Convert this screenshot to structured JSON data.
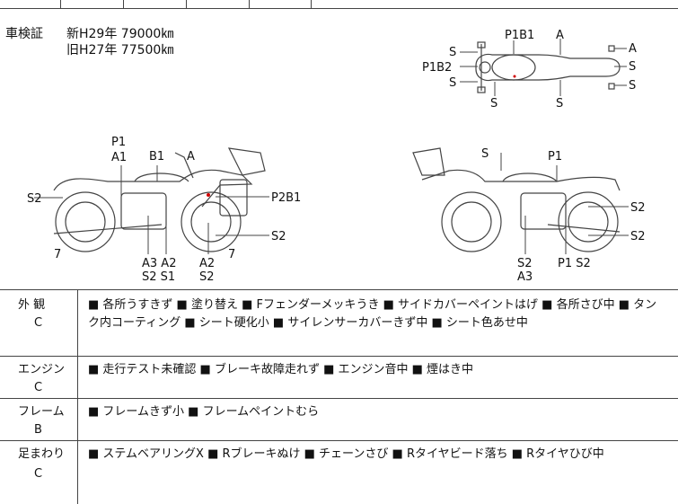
{
  "vehicle_inspection": {
    "label": "車検証",
    "new_line": "新H29年 79000㎞",
    "old_line": "旧H27年 77500㎞"
  },
  "top_view_labels": {
    "p1b1": "P1B1",
    "a_top": "A",
    "s_left1": "S",
    "p1b2": "P1B2",
    "s_left2": "S",
    "s_bottom1": "S",
    "s_bottom2": "S",
    "a_right": "A",
    "s_right1": "S",
    "s_right2": "S"
  },
  "left_side_labels": {
    "p1": "P1",
    "a1": "A1",
    "b1": "B1",
    "a": "A",
    "s2": "S2",
    "p2b1": "P2B1",
    "s2_right": "S2",
    "seven_left": "7",
    "seven_right": "7",
    "a3_a2": "A3 A2",
    "s2_s1": "S2 S1",
    "a2": "A2",
    "s2_bottom": "S2"
  },
  "right_side_labels": {
    "s": "S",
    "p1": "P1",
    "s2_a": "S2",
    "s2_b": "S2",
    "s2_bottom": "S2",
    "a3": "A3",
    "p1_s2": "P1 S2"
  },
  "sections": [
    {
      "name": "外 観",
      "grade": "C",
      "text_line1": "■ 各所うすきず ■ 塗り替え ■ Fフェンダーメッキうき ■ サイドカバーペイントはげ ■ 各所さび中 ■ タン",
      "text_line2": "ク内コーティング ■ シート硬化小 ■ サイレンサーカバーきず中 ■ シート色あせ中"
    },
    {
      "name": "エンジン",
      "grade": "C",
      "text_line1": "■ 走行テスト未確認 ■ ブレーキ故障走れず ■ エンジン音中 ■ 煙はき中"
    },
    {
      "name": "フレーム",
      "grade": "B",
      "text_line1": "■ フレームきず小 ■ フレームペイントむら"
    },
    {
      "name": "足まわり",
      "grade": "C",
      "text_line1": "■ ステムベアリングX ■ Rブレーキぬけ ■ チェーンさび ■ Rタイヤビード落ち ■ Rタイヤひび中"
    }
  ],
  "colors": {
    "line": "#444444",
    "marker": "#d00000"
  }
}
